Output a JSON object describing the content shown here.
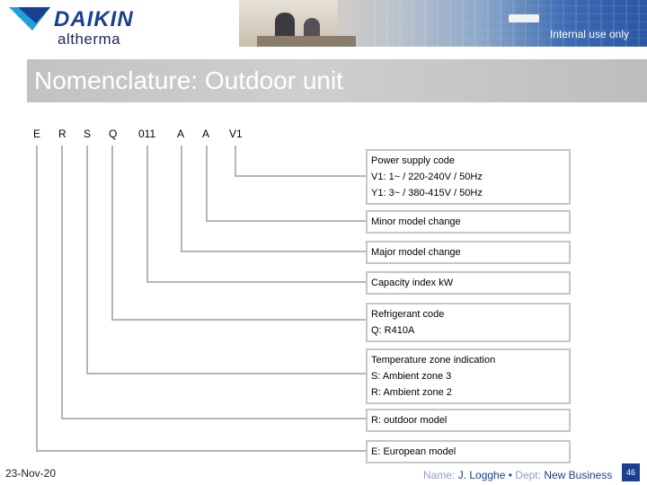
{
  "header": {
    "brand": "DAIKIN",
    "product": "altherma",
    "internal_note": "Internal use only"
  },
  "title": "Nomenclature: Outdoor unit",
  "code_segments": [
    "E",
    "R",
    "S",
    "Q",
    "011",
    "A",
    "A",
    "V1"
  ],
  "descriptions": {
    "power_supply": [
      "Power supply code",
      "V1: 1~ / 220-240V / 50Hz",
      "Y1: 3~ / 380-415V / 50Hz"
    ],
    "minor_change": [
      "Minor model change"
    ],
    "major_change": [
      "Major model change"
    ],
    "capacity": [
      "Capacity index kW"
    ],
    "refrigerant": [
      "Refrigerant code",
      "Q: R410A"
    ],
    "temperature": [
      "Temperature zone indication",
      "S: Ambient zone 3",
      "R: Ambient zone 2"
    ],
    "outdoor": [
      "R: outdoor model"
    ],
    "european": [
      "E: European model"
    ]
  },
  "footer": {
    "date": "23-Nov-20",
    "name_label": "Name:",
    "name_value": "J. Logghe",
    "separator": "•",
    "dept_label": "Dept:",
    "dept_value": "New Business",
    "page": "46"
  },
  "colors": {
    "brand_blue": "#1b3f8f",
    "box_border": "#c6c6c6",
    "title_bar": "#c2c2c2"
  }
}
